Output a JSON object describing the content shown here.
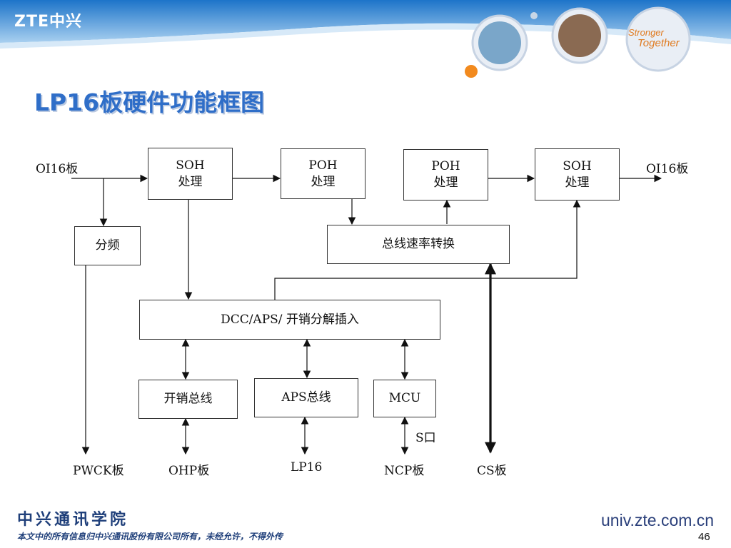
{
  "header": {
    "logo_text": "ZTE中兴",
    "slogan_line1": "Stronger",
    "slogan_line2": "Together",
    "colors": {
      "band_top": "#1d74c9",
      "band_bottom": "#9cc8ee",
      "accent": "#e07a1f"
    }
  },
  "title": "LP16板硬件功能框图",
  "diagram": {
    "inputs": {
      "left": "OI16板",
      "right": "OI16板"
    },
    "boxes": {
      "soh1": "SOH\n处理",
      "poh1": "POH\n处理",
      "poh2": "POH\n处理",
      "soh2": "SOH\n处理",
      "divider": "分频",
      "bus_rate": "总线速率转换",
      "dcc": "DCC/APS/ 开销分解插入",
      "oh_bus": "开销总线",
      "aps_bus": "APS总线",
      "mcu": "MCU"
    },
    "bottom_labels": {
      "pwck": "PWCK板",
      "ohp": "OHP板",
      "lp16": "LP16",
      "ncp": "NCP板",
      "cs": "CS板",
      "s_port": "S口"
    }
  },
  "footer": {
    "academy": "中兴通讯学院",
    "notice": "本文中的所有信息归中兴通讯股份有限公司所有，未经允许，不得外传",
    "url": "univ.zte.com.cn",
    "page_number": "46"
  }
}
